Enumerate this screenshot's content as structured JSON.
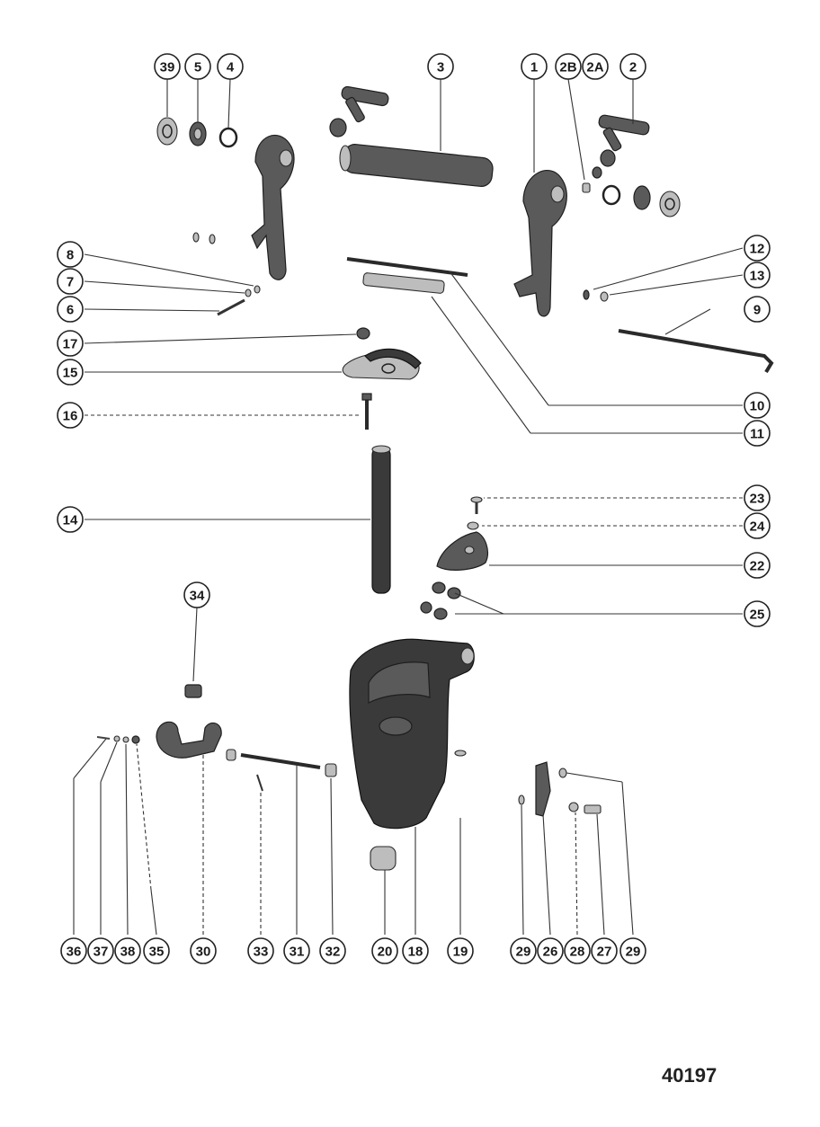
{
  "figure_number": "40197",
  "callouts": [
    {
      "id": "c39",
      "label": "39"
    },
    {
      "id": "c5",
      "label": "5"
    },
    {
      "id": "c4",
      "label": "4"
    },
    {
      "id": "c3",
      "label": "3"
    },
    {
      "id": "c1",
      "label": "1"
    },
    {
      "id": "c2b",
      "label": "2B"
    },
    {
      "id": "c2a",
      "label": "2A"
    },
    {
      "id": "c2",
      "label": "2"
    },
    {
      "id": "c8",
      "label": "8"
    },
    {
      "id": "c7",
      "label": "7"
    },
    {
      "id": "c6",
      "label": "6"
    },
    {
      "id": "c17",
      "label": "17"
    },
    {
      "id": "c15",
      "label": "15"
    },
    {
      "id": "c16",
      "label": "16"
    },
    {
      "id": "c14",
      "label": "14"
    },
    {
      "id": "c34",
      "label": "34"
    },
    {
      "id": "c12",
      "label": "12"
    },
    {
      "id": "c13",
      "label": "13"
    },
    {
      "id": "c9",
      "label": "9"
    },
    {
      "id": "c10",
      "label": "10"
    },
    {
      "id": "c11",
      "label": "11"
    },
    {
      "id": "c23",
      "label": "23"
    },
    {
      "id": "c24",
      "label": "24"
    },
    {
      "id": "c22",
      "label": "22"
    },
    {
      "id": "c25",
      "label": "25"
    },
    {
      "id": "c36",
      "label": "36"
    },
    {
      "id": "c37",
      "label": "37"
    },
    {
      "id": "c38",
      "label": "38"
    },
    {
      "id": "c35",
      "label": "35"
    },
    {
      "id": "c30",
      "label": "30"
    },
    {
      "id": "c33",
      "label": "33"
    },
    {
      "id": "c31",
      "label": "31"
    },
    {
      "id": "c32",
      "label": "32"
    },
    {
      "id": "c20",
      "label": "20"
    },
    {
      "id": "c18",
      "label": "18"
    },
    {
      "id": "c19",
      "label": "19"
    },
    {
      "id": "c29a",
      "label": "29"
    },
    {
      "id": "c26",
      "label": "26"
    },
    {
      "id": "c28",
      "label": "28"
    },
    {
      "id": "c27",
      "label": "27"
    },
    {
      "id": "c29b",
      "label": "29"
    }
  ]
}
